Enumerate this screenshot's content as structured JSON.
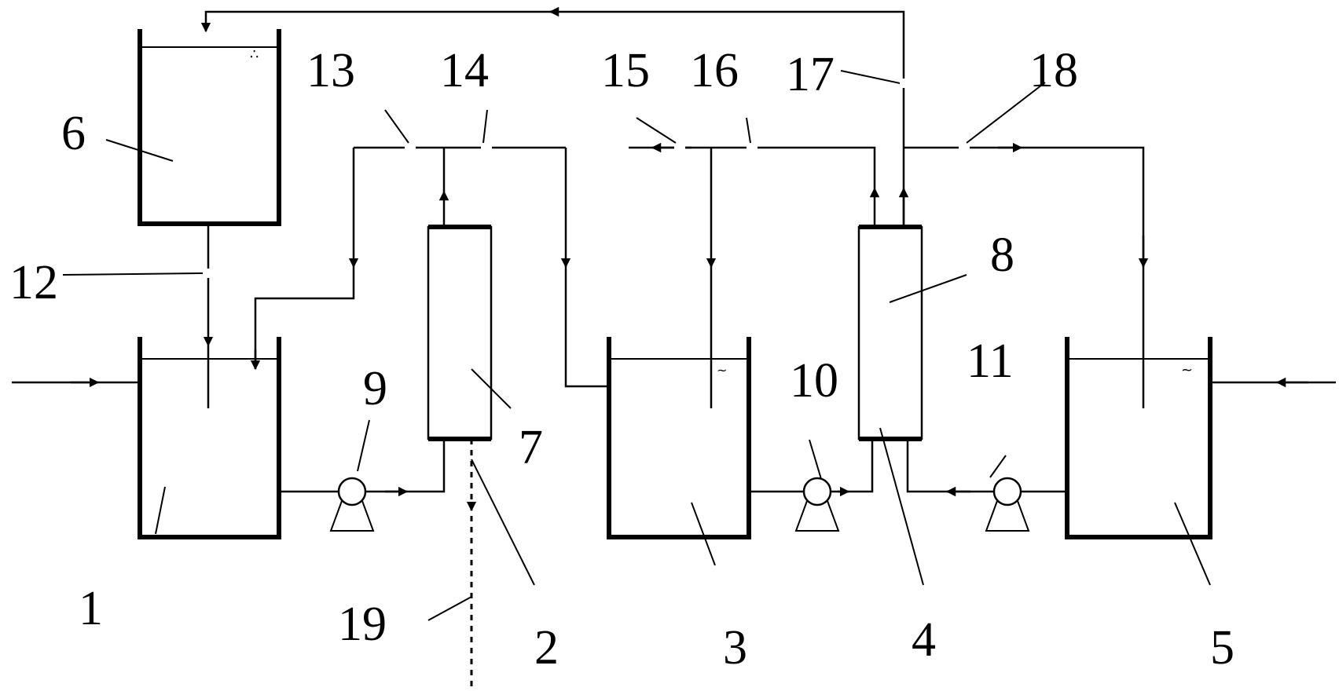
{
  "diagram": {
    "colors": {
      "line": "#000000",
      "background": "#ffffff"
    },
    "labels": {
      "n1": "1",
      "n2": "2",
      "n3": "3",
      "n4": "4",
      "n5": "5",
      "n6": "6",
      "n7": "7",
      "n8": "8",
      "n9": "9",
      "n10": "10",
      "n11": "11",
      "n12": "12",
      "n13": "13",
      "n14": "14",
      "n15": "15",
      "n16": "16",
      "n17": "17",
      "n18": "18",
      "n19": "19"
    }
  }
}
